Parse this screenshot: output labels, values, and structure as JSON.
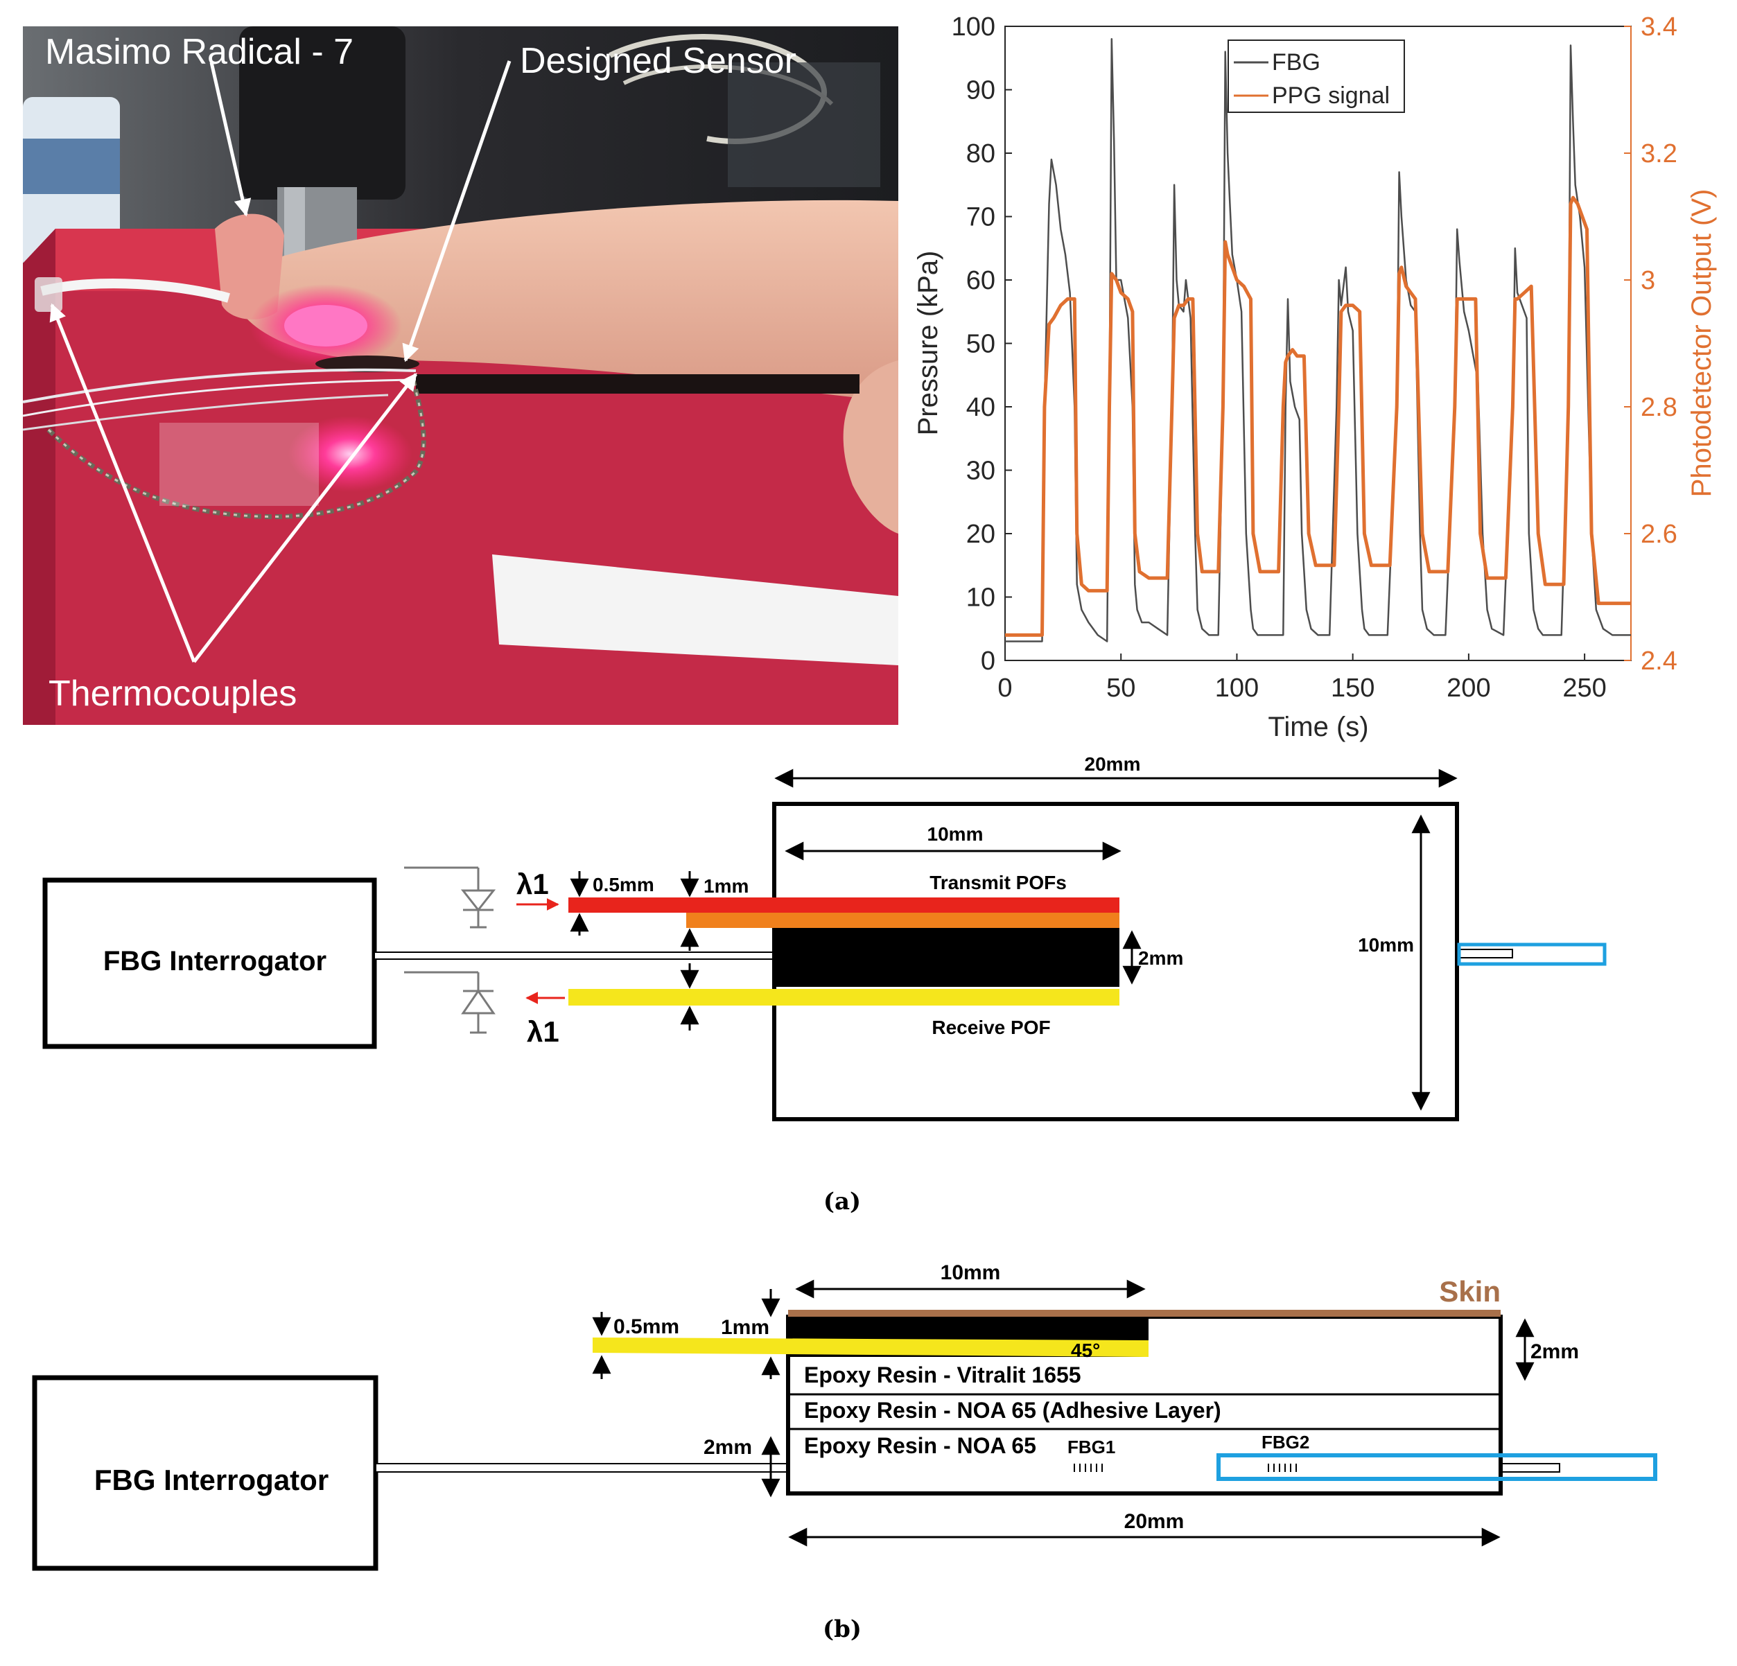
{
  "photo": {
    "labels": {
      "masimo": "Masimo Radical - 7",
      "designed": "Designed Sensor",
      "thermo": "Thermocouples"
    }
  },
  "chart_data": {
    "type": "line",
    "xlabel": "Time (s)",
    "ylabel": "Pressure (kPa)",
    "y2label": "Photodetector Output (V)",
    "xlim": [
      0,
      270
    ],
    "ylim": [
      0,
      100
    ],
    "y2lim": [
      2.4,
      3.4
    ],
    "xticks": [
      0,
      50,
      100,
      150,
      200,
      250
    ],
    "yticks": [
      0,
      10,
      20,
      30,
      40,
      50,
      60,
      70,
      80,
      90,
      100
    ],
    "y2ticks": [
      2.4,
      2.6,
      2.8,
      3,
      3.2,
      3.4
    ],
    "legend": "top-left",
    "colors": {
      "fbg": "#4d4d4d",
      "ppg": "#e07030",
      "y2axis": "#e07030"
    },
    "series": [
      {
        "name": "FBG",
        "axis": "left",
        "x": [
          0,
          16,
          17,
          19,
          20,
          22,
          24,
          26,
          28,
          30,
          31,
          33,
          36,
          40,
          44,
          45,
          46,
          47,
          48,
          50,
          53,
          55,
          56,
          57,
          59,
          62,
          66,
          70,
          72,
          73,
          74,
          75,
          77,
          78,
          80,
          82,
          83,
          85,
          88,
          92,
          94,
          95,
          96,
          97,
          98,
          100,
          102,
          104,
          106,
          107,
          109,
          112,
          116,
          120,
          121,
          122,
          123,
          125,
          127,
          128,
          130,
          132,
          135,
          140,
          143,
          144,
          145,
          147,
          148,
          150,
          152,
          154,
          155,
          157,
          160,
          165,
          169,
          170,
          171,
          173,
          175,
          177,
          179,
          180,
          182,
          185,
          190,
          194,
          195,
          196,
          198,
          200,
          202,
          204,
          206,
          208,
          210,
          215,
          219,
          220,
          221,
          223,
          225,
          226,
          228,
          230,
          232,
          235,
          240,
          243,
          244,
          245,
          246,
          248,
          250,
          253,
          255,
          258,
          262,
          266,
          270
        ],
        "y": [
          3,
          3,
          40,
          72,
          79,
          75,
          68,
          64,
          58,
          40,
          12,
          8,
          6,
          4,
          3,
          40,
          98,
          82,
          60,
          60,
          54,
          40,
          12,
          8,
          6,
          6,
          5,
          4,
          40,
          75,
          60,
          56,
          55,
          60,
          54,
          20,
          8,
          5,
          4,
          4,
          40,
          96,
          80,
          72,
          64,
          60,
          55,
          20,
          8,
          5,
          4,
          4,
          4,
          4,
          40,
          57,
          44,
          40,
          38,
          20,
          8,
          5,
          4,
          4,
          40,
          60,
          56,
          62,
          55,
          52,
          20,
          8,
          5,
          4,
          4,
          4,
          40,
          77,
          70,
          60,
          56,
          55,
          20,
          8,
          5,
          4,
          4,
          40,
          68,
          63,
          55,
          52,
          48,
          44,
          20,
          8,
          5,
          4,
          40,
          65,
          58,
          56,
          54,
          20,
          8,
          5,
          4,
          4,
          4,
          40,
          97,
          85,
          75,
          70,
          62,
          20,
          8,
          5,
          4,
          4,
          4
        ]
      },
      {
        "name": "PPG signal",
        "axis": "right",
        "x": [
          0,
          16,
          17,
          19,
          21,
          24,
          27,
          30,
          31,
          33,
          36,
          40,
          44,
          45,
          46,
          48,
          50,
          53,
          55,
          56,
          58,
          62,
          66,
          70,
          72,
          73,
          75,
          77,
          79,
          81,
          83,
          85,
          88,
          92,
          94,
          95,
          96,
          98,
          100,
          103,
          106,
          107,
          110,
          114,
          118,
          120,
          121,
          122,
          124,
          126,
          129,
          131,
          134,
          138,
          142,
          144,
          145,
          147,
          150,
          153,
          155,
          158,
          162,
          166,
          169,
          170,
          171,
          173,
          175,
          177,
          180,
          183,
          187,
          191,
          194,
          195,
          196,
          198,
          200,
          203,
          205,
          208,
          212,
          216,
          219,
          220,
          221,
          224,
          227,
          230,
          233,
          237,
          241,
          243,
          244,
          245,
          247,
          249,
          251,
          253,
          256,
          260,
          264,
          268,
          270
        ],
        "y": [
          2.44,
          2.44,
          2.8,
          2.93,
          2.94,
          2.96,
          2.97,
          2.97,
          2.6,
          2.52,
          2.51,
          2.51,
          2.51,
          2.8,
          3.01,
          3.0,
          2.98,
          2.97,
          2.95,
          2.6,
          2.54,
          2.53,
          2.53,
          2.53,
          2.8,
          2.94,
          2.96,
          2.96,
          2.97,
          2.97,
          2.6,
          2.54,
          2.54,
          2.54,
          2.8,
          3.06,
          3.04,
          3.02,
          3.0,
          2.99,
          2.97,
          2.6,
          2.54,
          2.54,
          2.54,
          2.8,
          2.87,
          2.88,
          2.89,
          2.88,
          2.88,
          2.6,
          2.55,
          2.55,
          2.55,
          2.8,
          2.95,
          2.96,
          2.96,
          2.95,
          2.6,
          2.55,
          2.55,
          2.55,
          2.8,
          3.01,
          3.02,
          2.99,
          2.98,
          2.97,
          2.6,
          2.54,
          2.54,
          2.54,
          2.8,
          2.97,
          2.97,
          2.97,
          2.97,
          2.97,
          2.6,
          2.53,
          2.53,
          2.53,
          2.8,
          2.97,
          2.97,
          2.98,
          2.99,
          2.6,
          2.52,
          2.52,
          2.52,
          2.8,
          3.12,
          3.13,
          3.12,
          3.1,
          3.08,
          2.6,
          2.49,
          2.49,
          2.49,
          2.49,
          2.49
        ]
      }
    ]
  },
  "diagram_a": {
    "interrogator": "FBG Interrogator",
    "dim_20": "20mm",
    "dim_10": "10mm",
    "dim_10v": "10mm",
    "dim_2": "2mm",
    "dim_05": "0.5mm",
    "dim_1": "1mm",
    "lambda_top": "λ1",
    "lambda_bottom": "λ1",
    "transmit": "Transmit POFs",
    "receive": "Receive POF",
    "caption": "(a)",
    "colors": {
      "transmit1": "#e8241c",
      "transmit2": "#f0801c",
      "receive": "#f5e61c",
      "core": "#000000",
      "fbg": "#1ea0e0"
    }
  },
  "diagram_b": {
    "interrogator": "FBG Interrogator",
    "dim_10": "10mm",
    "skin": "Skin",
    "dim_05": "0.5mm",
    "dim_1": "1mm",
    "dim_2right": "2mm",
    "angle": "45°",
    "layer1": "Epoxy Resin - Vitralit 1655",
    "layer2": "Epoxy Resin - NOA 65 (Adhesive Layer)",
    "layer3": "Epoxy Resin - NOA 65",
    "dim_2left": "2mm",
    "fbg1": "FBG1",
    "fbg2": "FBG2",
    "dim_20": "20mm",
    "caption": "(b)",
    "colors": {
      "skin": "#a8704a",
      "fiber": "#f5e61c",
      "fbg": "#1ea0e0"
    }
  }
}
